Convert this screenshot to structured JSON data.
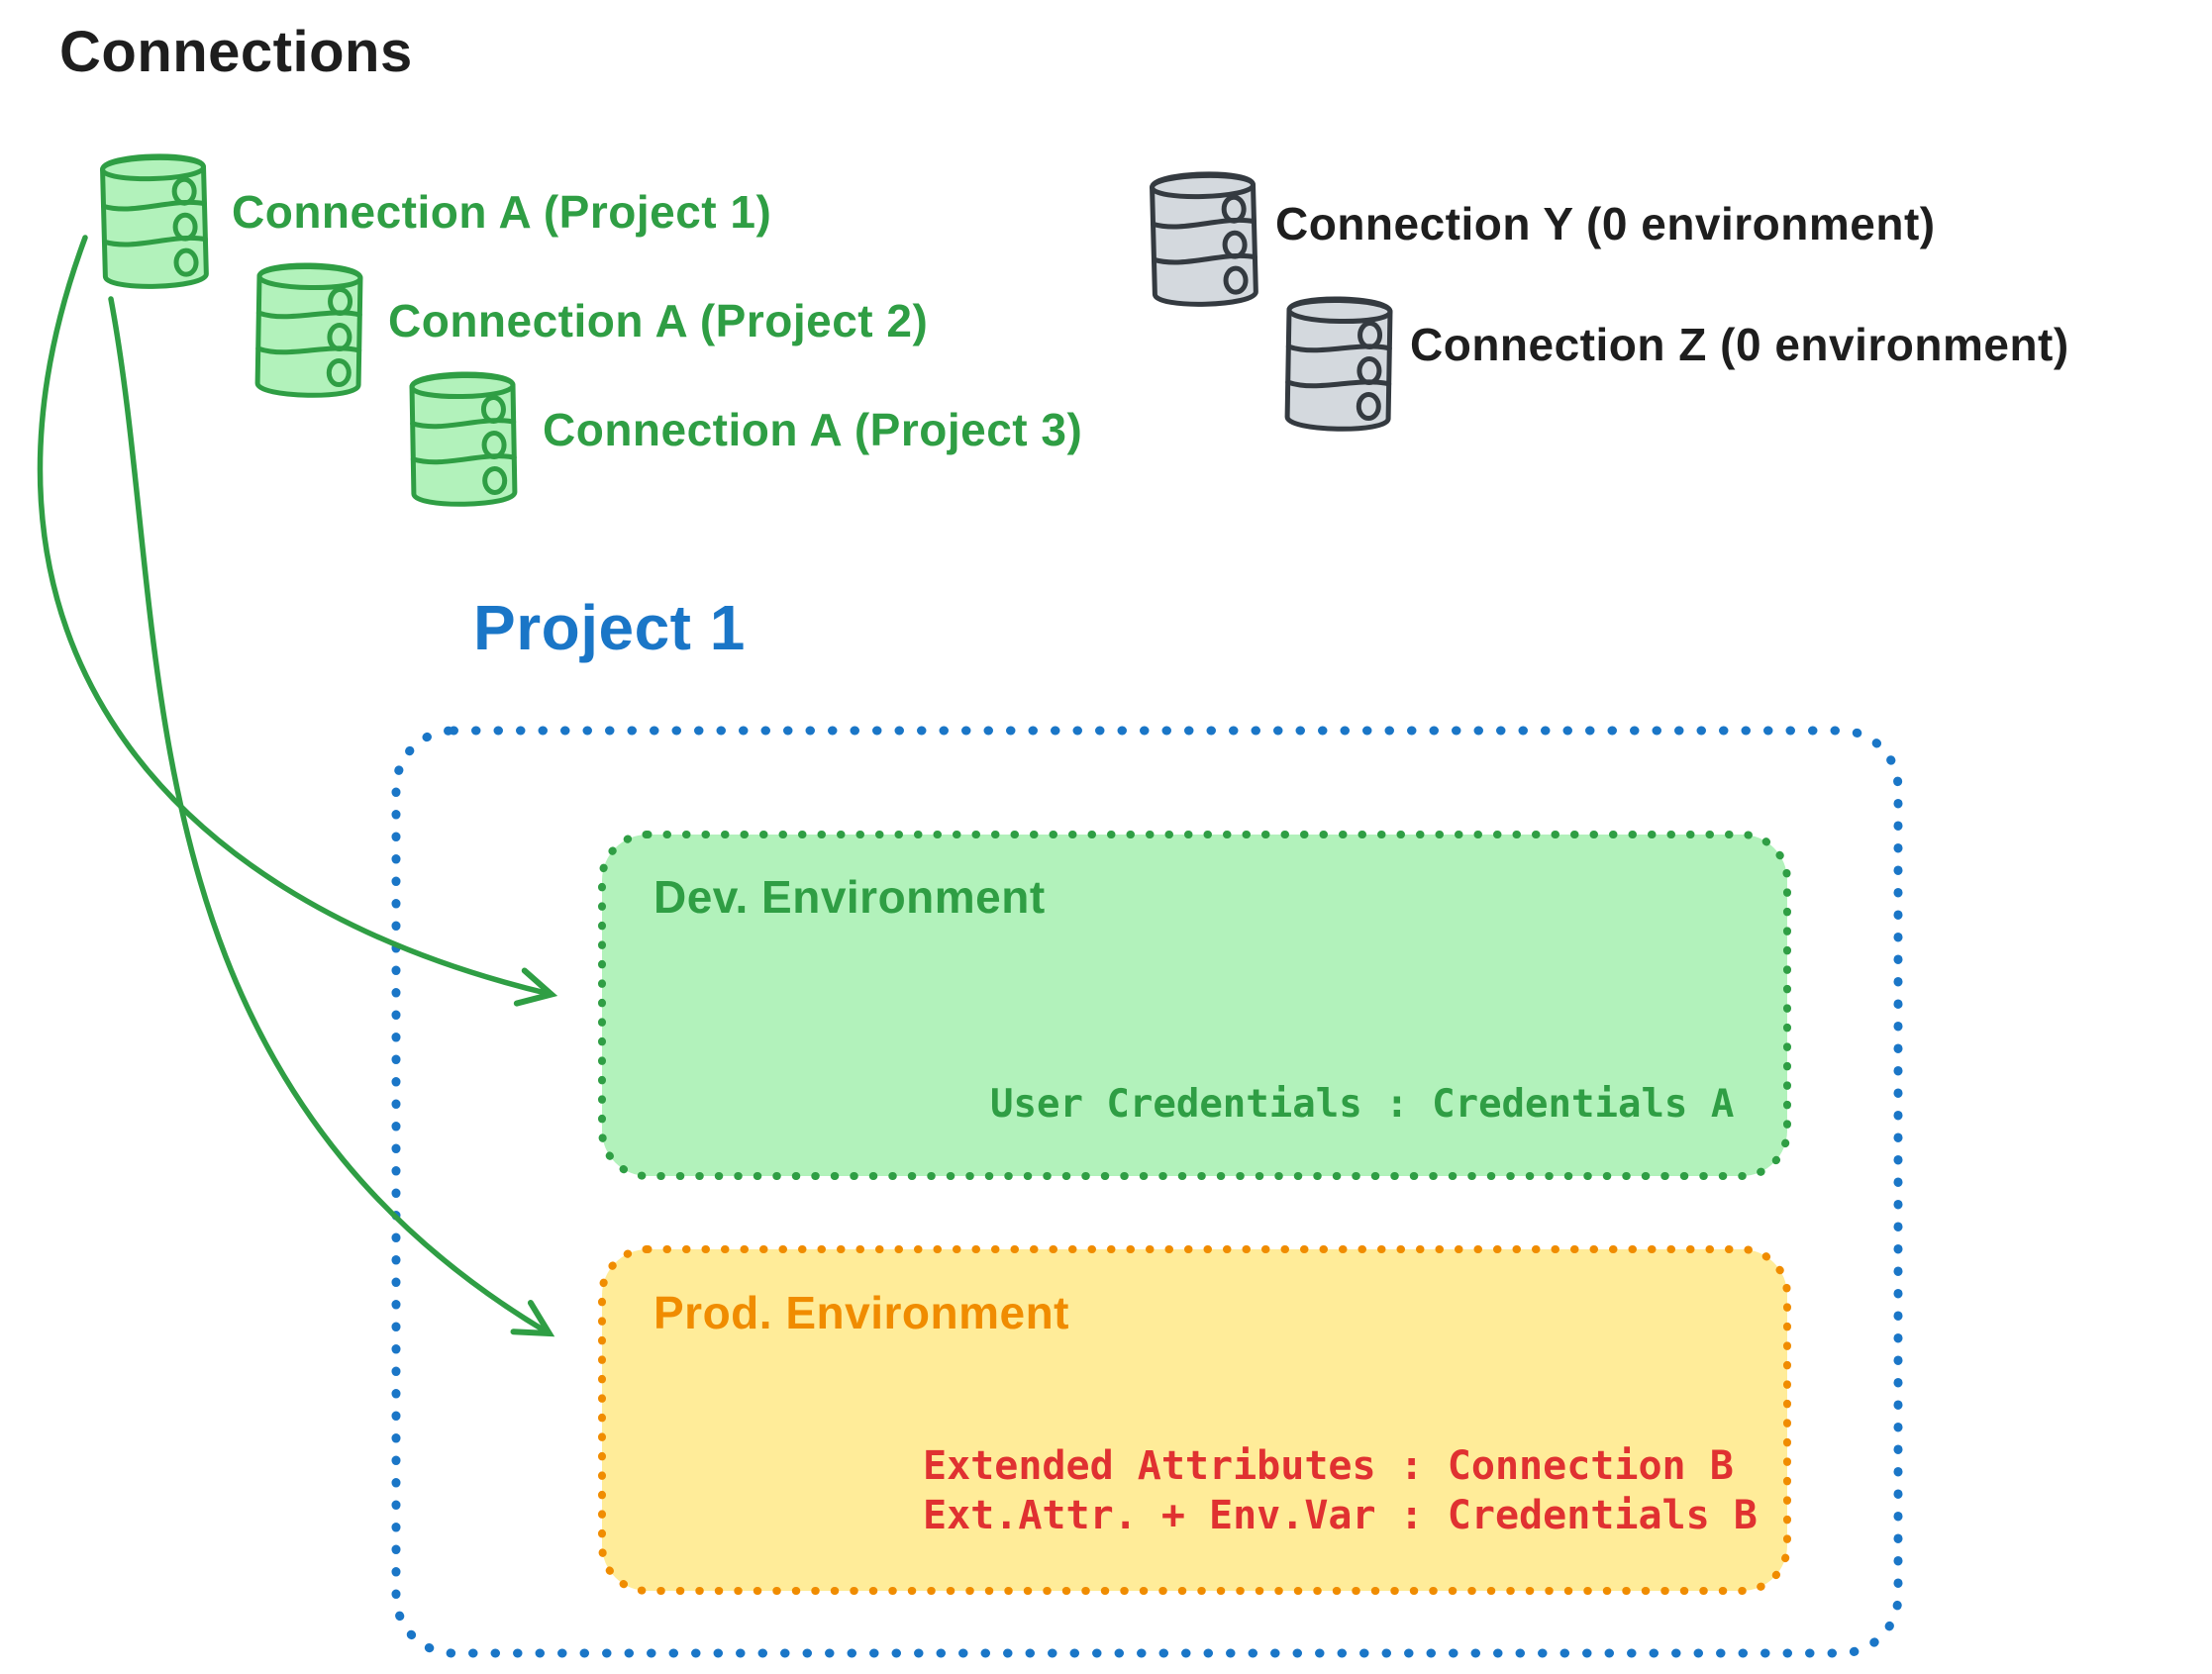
{
  "diagram_title": "Connections",
  "colors": {
    "black": "#1e1e1e",
    "green_stroke": "#2f9e44",
    "green_fill": "#b2f2bb",
    "blue": "#1a76c7",
    "orange_stroke": "#f08c00",
    "yellow_fill": "#ffec99",
    "red": "#e03131",
    "gray_stroke": "#343a40",
    "gray_fill": "#d4d9de"
  },
  "connections": {
    "green": [
      {
        "icon": "database-icon",
        "label": "Connection A (Project 1)"
      },
      {
        "icon": "database-icon",
        "label": "Connection A (Project 2)"
      },
      {
        "icon": "database-icon",
        "label": "Connection A (Project 3)"
      }
    ],
    "gray": [
      {
        "icon": "database-icon",
        "label": "Connection Y (0 environment)"
      },
      {
        "icon": "database-icon",
        "label": "Connection Z (0 environment)"
      }
    ]
  },
  "project": {
    "title": "Project 1",
    "dev_environment": {
      "title": "Dev. Environment",
      "mapping": "User Credentials : Credentials A"
    },
    "prod_environment": {
      "title": "Prod. Environment",
      "mappings": [
        "Extended Attributes : Connection B",
        "Ext.Attr. + Env.Var : Credentials B"
      ]
    }
  }
}
